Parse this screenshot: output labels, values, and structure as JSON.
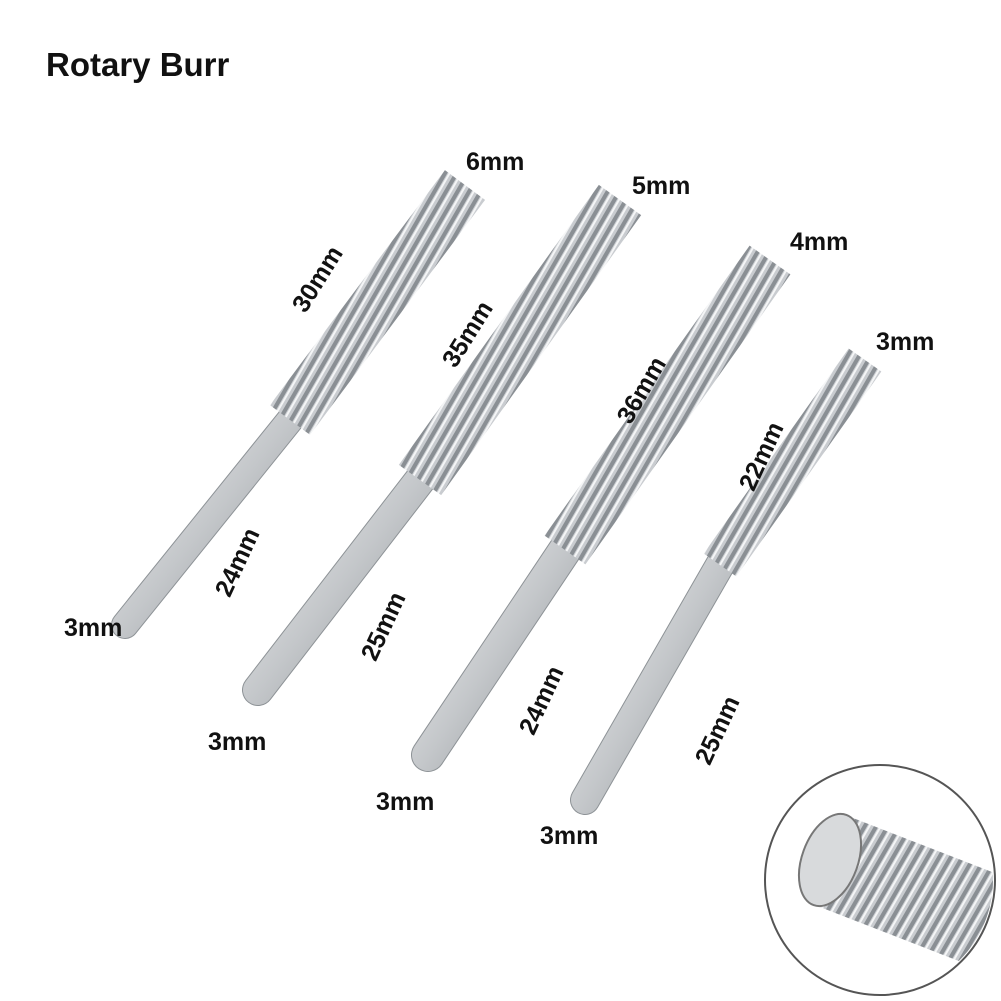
{
  "title": "Rotary Burr",
  "burrs": [
    {
      "head_diameter": "6mm",
      "head_length": "30mm",
      "shank_length": "24mm",
      "shank_diameter": "3mm"
    },
    {
      "head_diameter": "5mm",
      "head_length": "35mm",
      "shank_length": "25mm",
      "shank_diameter": "3mm"
    },
    {
      "head_diameter": "4mm",
      "head_length": "36mm",
      "shank_length": "24mm",
      "shank_diameter": "3mm"
    },
    {
      "head_diameter": "3mm",
      "head_length": "22mm",
      "shank_length": "25mm",
      "shank_diameter": "3mm"
    }
  ],
  "colors": {
    "steel_light": "#e4e6e8",
    "steel_mid": "#b4b8bc",
    "steel_dark": "#6e7378",
    "inset_border": "#555555"
  }
}
